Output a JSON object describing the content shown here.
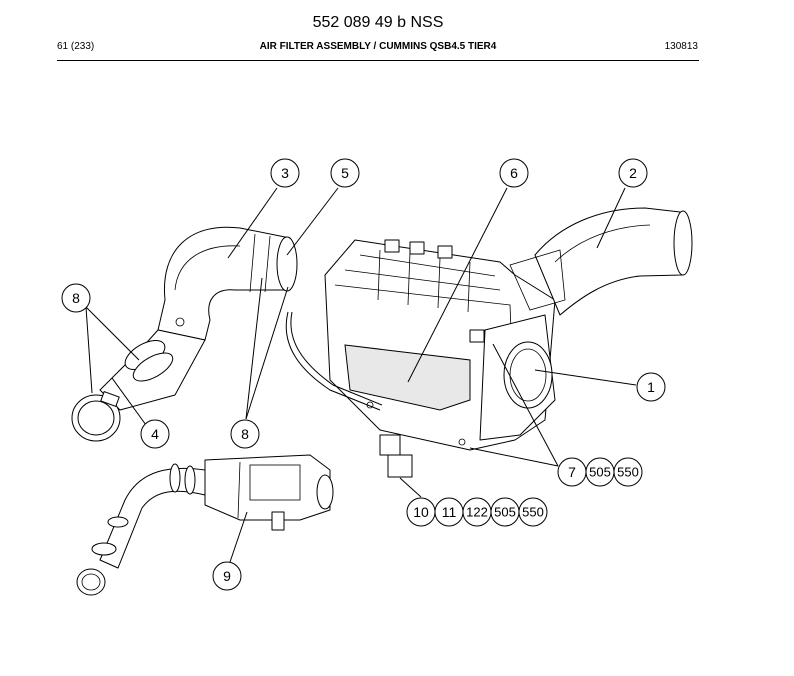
{
  "header": {
    "doc_number": "552 089 49 b NSS",
    "page_ref": "61 (233)",
    "title": "AIR FILTER ASSEMBLY / CUMMINS QSB4.5 TIER4",
    "date_code": "130813"
  },
  "callouts": {
    "c1": "1",
    "c2": "2",
    "c3": "3",
    "c4": "4",
    "c5": "5",
    "c6": "6",
    "c7": "7",
    "c7_505": "505",
    "c7_550": "550",
    "c8_left": "8",
    "c8_mid": "8",
    "c9": "9",
    "c10": "10",
    "c11": "11",
    "c122": "122",
    "c10_505": "505",
    "c10_550": "550"
  }
}
